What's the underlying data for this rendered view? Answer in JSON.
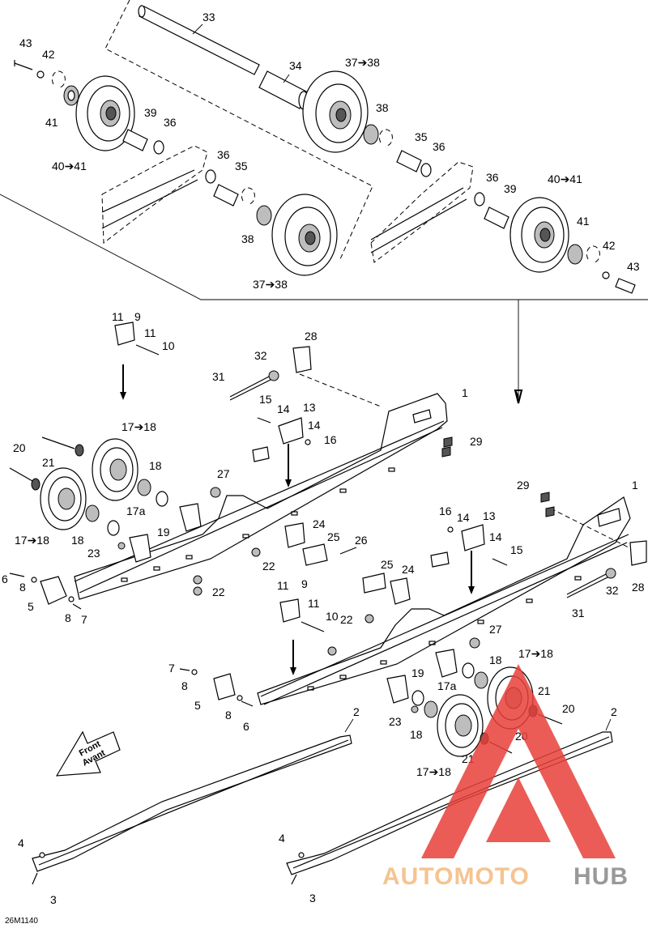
{
  "figure_code": "26M1140",
  "front_arrow": {
    "line1": "Front",
    "line2": "Avant"
  },
  "watermark": {
    "part1": "AUTOMOTO",
    "part2": "HUB",
    "color1": "#f5b97d",
    "color2": "#888888",
    "logo_color": "#e8403a"
  },
  "labels": {
    "l33": "33",
    "l34": "34",
    "l43a": "43",
    "l42a": "42",
    "l41a": "41",
    "l40a": "40➔41",
    "l39a": "39",
    "l36a": "36",
    "l3738a": "37➔38",
    "l38a": "38",
    "l35a": "35",
    "l36b": "36",
    "l36c": "36",
    "l35b": "35",
    "l38b": "38",
    "l3738b": "37➔38",
    "l36d": "36",
    "l39b": "39",
    "l40b": "40➔41",
    "l41b": "41",
    "l42b": "42",
    "l43b": "43",
    "l11a": "11",
    "l9a": "9",
    "l11b": "11",
    "l10a": "10",
    "l28a": "28",
    "l32a": "32",
    "l31a": "31",
    "l1a": "1",
    "l15a": "15",
    "l14a": "14",
    "l13a": "13",
    "l14b": "14",
    "l16a": "16",
    "l29a": "29",
    "l1718a": "17➔18",
    "l20a": "20",
    "l21a": "21",
    "l18a": "18",
    "l27a": "27",
    "l17aa": "17a",
    "l1718b": "17➔18",
    "l18b": "18",
    "l19a": "19",
    "l23a": "23",
    "l24a": "24",
    "l25a": "25",
    "l26a": "26",
    "l22a": "22",
    "l22b": "22",
    "l6a": "6",
    "l8a": "8",
    "l5a": "5",
    "l8b": "8",
    "l7a": "7",
    "l29b": "29",
    "l1b": "1",
    "l16b": "16",
    "l14c": "14",
    "l13b": "13",
    "l14d": "14",
    "l15b": "15",
    "l25b": "25",
    "l24b": "24",
    "l28b": "28",
    "l32b": "32",
    "l31b": "31",
    "l11c": "11",
    "l9b": "9",
    "l11d": "11",
    "l10b": "10",
    "l22c": "22",
    "l27b": "27",
    "l7b": "7",
    "l8c": "8",
    "l5b": "5",
    "l8d": "8",
    "l6b": "6",
    "l19b": "19",
    "l1718c": "17➔18",
    "l18c": "18",
    "l17ab": "17a",
    "l21b": "21",
    "l20b": "20",
    "l23b": "23",
    "l18d": "18",
    "l20c": "20",
    "l21c": "21",
    "l1718d": "17➔18",
    "l2a": "2",
    "l2b": "2",
    "l4a": "4",
    "l3a": "3",
    "l4b": "4",
    "l3b": "3"
  }
}
